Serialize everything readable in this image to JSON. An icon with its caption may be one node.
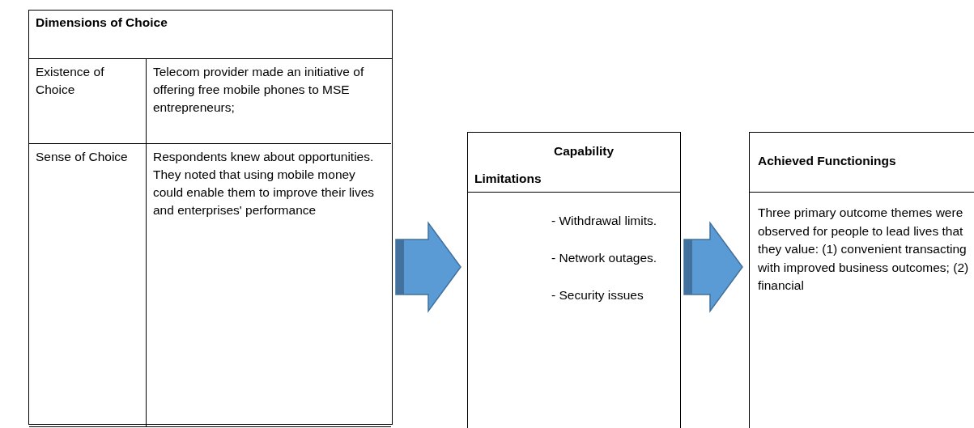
{
  "diagram": {
    "nodes": [
      {
        "text": [
          "Dimensions of Choice"
        ]
      },
      {
        "text": [
          "Capability Limitations",
          "- Withdrawal limits.",
          "- Network outages.",
          "- Security issues"
        ]
      },
      {
        "text": [
          "Achieved Functionings",
          "Three primary outcome themes were observed for people to lead lives that they value: (1) convenient transacting with improved business outcomes; (2) financial"
        ]
      }
    ],
    "edges": [
      {
        "from": 0,
        "to": 1,
        "arrow": "to",
        "style": "thick"
      },
      {
        "from": 1,
        "to": 2,
        "arrow": "to",
        "style": "thick"
      }
    ],
    "labels": [
      "Existence of Choice",
      "Telecom provider made an initiative of offering free mobile phones to MSE entrepreneurs;",
      "Sense of Choice",
      "Respondents knew about opportunities. They noted that using mobile money could enable them to improve their lives and enterprises' performance"
    ]
  }
}
